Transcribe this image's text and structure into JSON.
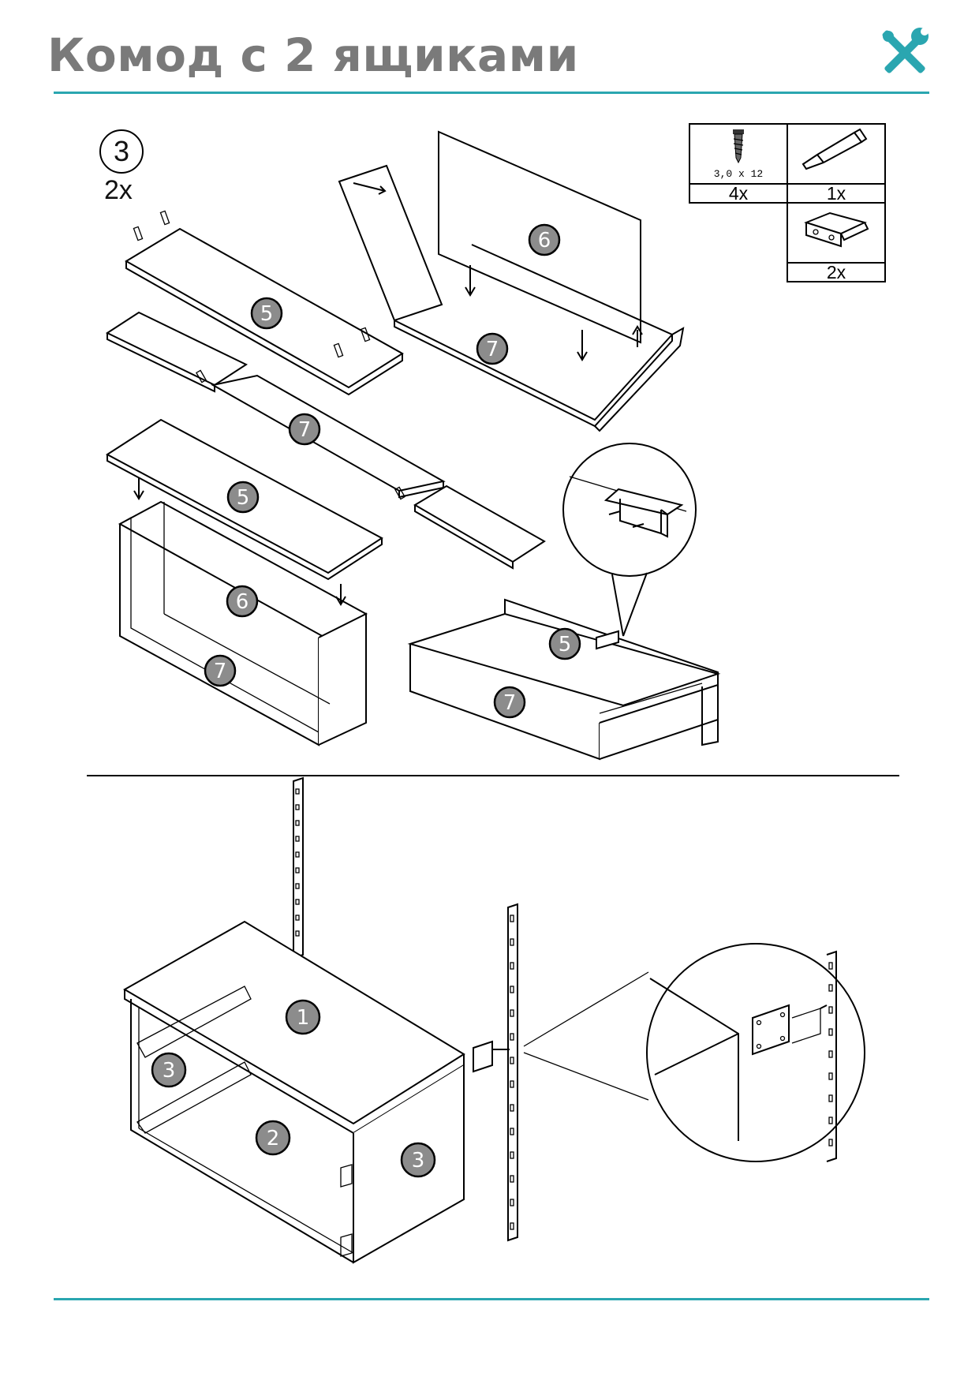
{
  "header": {
    "title": "Комод с 2 ящиками"
  },
  "colors": {
    "accent": "#2aa6b0",
    "title_gray": "#7a7a7a",
    "badge_gray": "#8c8c8c"
  },
  "icons": {
    "header_icon": "tools-icon"
  },
  "step": {
    "number": "3",
    "multiplier": "2x"
  },
  "parts_table": {
    "screw": {
      "spec": "3,0 x 12",
      "qty": "4x",
      "icon": "screw-icon"
    },
    "glue": {
      "qty": "1x",
      "icon": "glue-tube-icon"
    },
    "bracket": {
      "qty": "2x",
      "icon": "bracket-icon"
    }
  },
  "badges": {
    "p5a": "5",
    "p6a": "6",
    "p7a": "7",
    "p7b": "7",
    "p5b": "5",
    "p6b": "6",
    "p7c": "7",
    "p5c": "5",
    "p7d": "7",
    "p1": "1",
    "p2": "2",
    "p3a": "3",
    "p3b": "3"
  }
}
